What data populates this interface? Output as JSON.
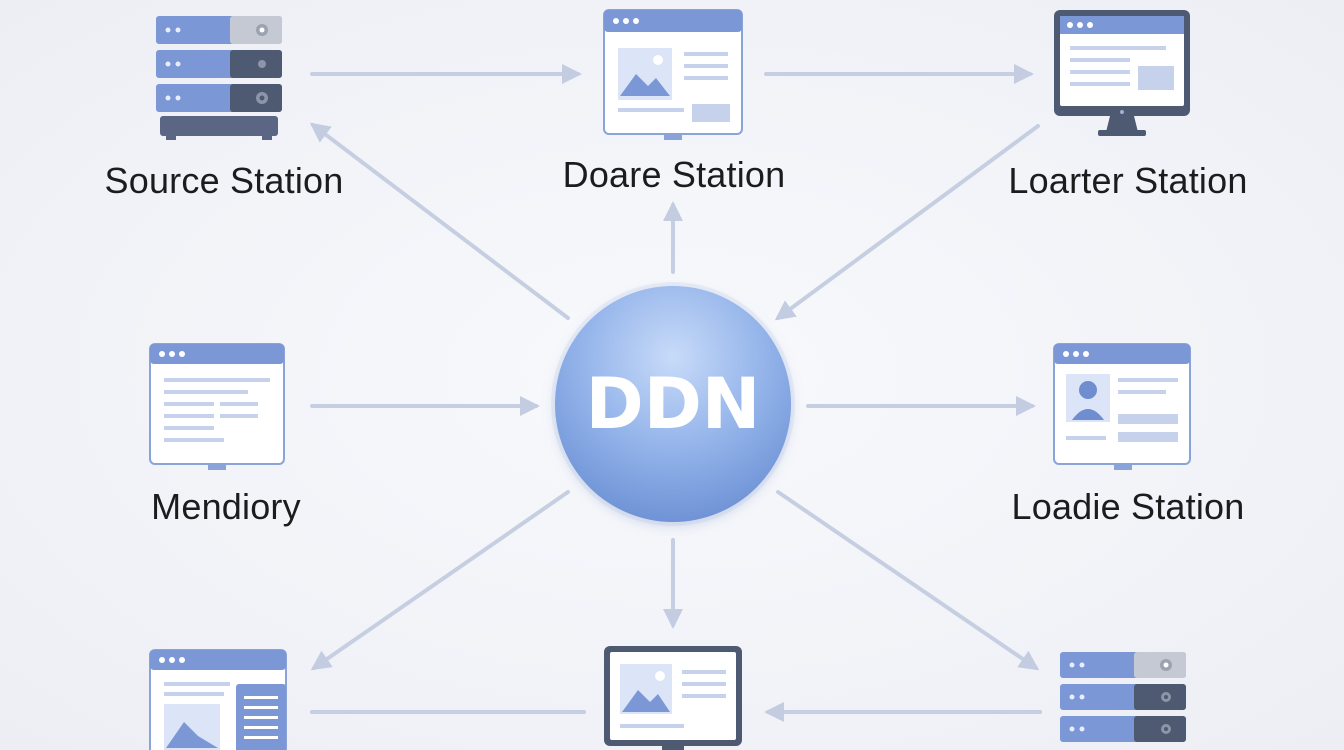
{
  "hub": {
    "label": "DDN"
  },
  "nodes": {
    "source": {
      "label": "Source Station",
      "icon": "server-rack-icon"
    },
    "doare": {
      "label": "Doare Station",
      "icon": "browser-window-icon"
    },
    "loarter": {
      "label": "Loarter Station",
      "icon": "desktop-monitor-icon"
    },
    "mendiory": {
      "label": "Mendiory",
      "icon": "document-window-icon"
    },
    "loadie": {
      "label": "Loadie Station",
      "icon": "profile-window-icon"
    },
    "bottom_left": {
      "label": "",
      "icon": "browser-with-sidebar-icon"
    },
    "bottom_center": {
      "label": "",
      "icon": "desktop-monitor-icon"
    },
    "bottom_right": {
      "label": "",
      "icon": "server-rack-icon"
    }
  },
  "colors": {
    "accent": "#7b97d6",
    "accent_dark": "#4e5a72",
    "arrow": "#c6cfe2",
    "hub_light": "#bcd2f7",
    "hub_dark": "#6f95d8"
  }
}
